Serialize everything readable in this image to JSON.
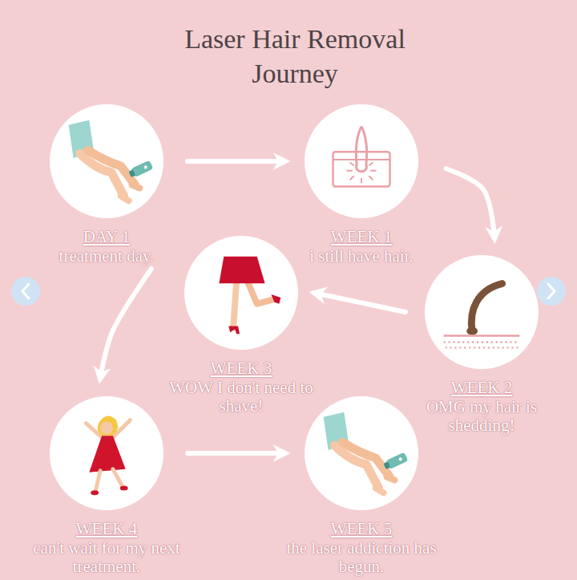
{
  "diagram": {
    "title": "Laser Hair Removal Journey",
    "nodes": [
      {
        "text": [
          "DAY 1",
          "treatment day."
        ]
      },
      {
        "text": [
          "WEEK 1",
          "i still have hair."
        ]
      },
      {
        "text": [
          "WEEK 2",
          "OMG my hair is shedding!"
        ]
      },
      {
        "text": [
          "WEEK 3",
          "WOW I don't need to shave!"
        ]
      },
      {
        "text": [
          "WEEK 4",
          "can't wait for my next treatment."
        ]
      },
      {
        "text": [
          "WEEK 5",
          "the laser addiction has begun."
        ]
      }
    ],
    "edges": [
      {
        "from": 0,
        "to": 1,
        "arrow": "to"
      },
      {
        "from": 1,
        "to": 2,
        "arrow": "to"
      },
      {
        "from": 2,
        "to": 3,
        "arrow": "to"
      },
      {
        "from": 3,
        "to": 4,
        "arrow": "to"
      },
      {
        "from": 4,
        "to": 5,
        "arrow": "to"
      }
    ]
  }
}
